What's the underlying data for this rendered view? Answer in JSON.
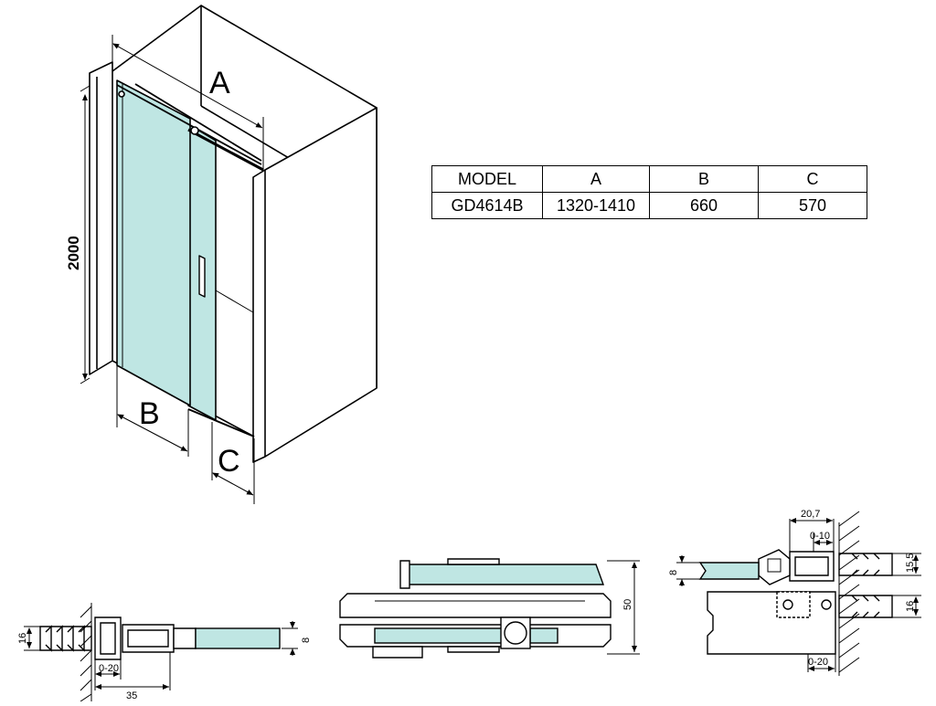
{
  "dimension_labels": {
    "a": "A",
    "b": "B",
    "c": "C",
    "height": "2000"
  },
  "spec_table": {
    "headers": [
      "MODEL",
      "A",
      "B",
      "C"
    ],
    "rows": [
      [
        "GD4614B",
        "1320-1410",
        "660",
        "570"
      ]
    ]
  },
  "detail_left": {
    "dim_16": "16",
    "dim_0_20": "0-20",
    "dim_35": "35",
    "dim_8": "8"
  },
  "detail_middle": {
    "dim_50": "50"
  },
  "detail_right": {
    "dim_20_7": "20,7",
    "dim_0_10": "0-10",
    "dim_15_5": "15,5",
    "dim_8": "8",
    "dim_16": "16",
    "dim_0_20": "0-20"
  },
  "colors": {
    "glass": "#bfe6e3",
    "line": "#000000",
    "profile_fill": "#ffffff"
  }
}
